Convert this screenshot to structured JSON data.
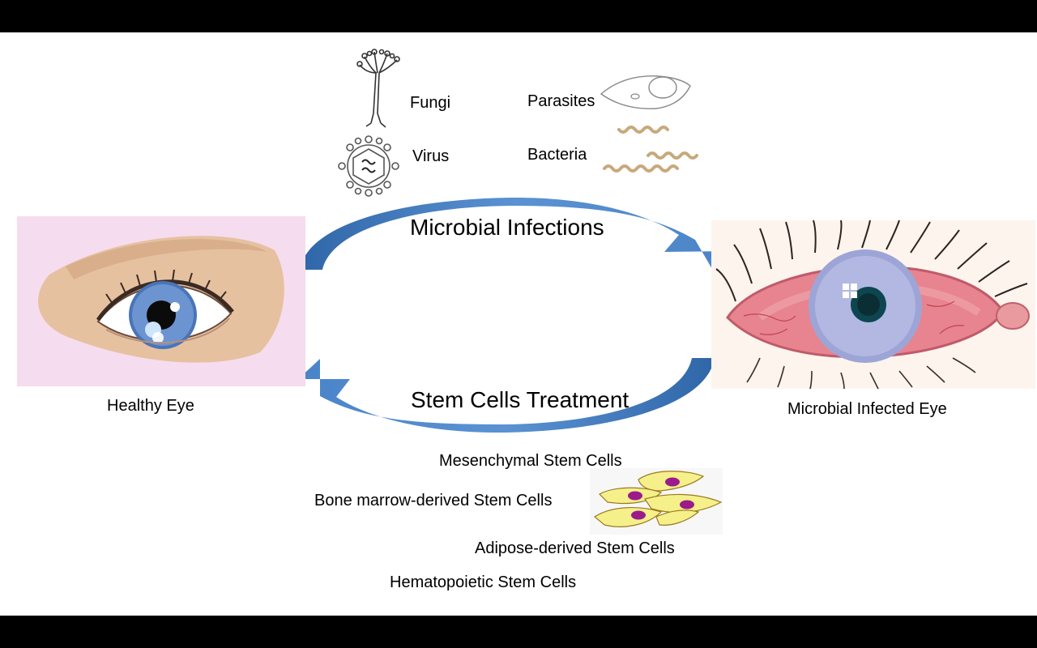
{
  "microbes": {
    "fungi": "Fungi",
    "virus": "Virus",
    "parasites": "Parasites",
    "bacteria": "Bacteria"
  },
  "cycle": {
    "top_label": "Microbial Infections",
    "bottom_label": "Stem Cells Treatment"
  },
  "eyes": {
    "healthy": "Healthy Eye",
    "infected": "Microbial Infected Eye"
  },
  "stem_cells": {
    "mesenchymal": "Mesenchymal Stem Cells",
    "bone_marrow": "Bone marrow-derived Stem Cells",
    "adipose": "Adipose-derived Stem Cells",
    "hematopoietic": "Hematopoietic Stem Cells"
  },
  "colors": {
    "arrow": "#4a7fc0",
    "healthy_bg": "#f6dcef",
    "iris": "#4a74b8",
    "infected_sclera": "#e7848f",
    "cell_fill": "#f6f08a",
    "cell_nucleus": "#9b1b8c",
    "bacteria": "#c8a97a"
  }
}
